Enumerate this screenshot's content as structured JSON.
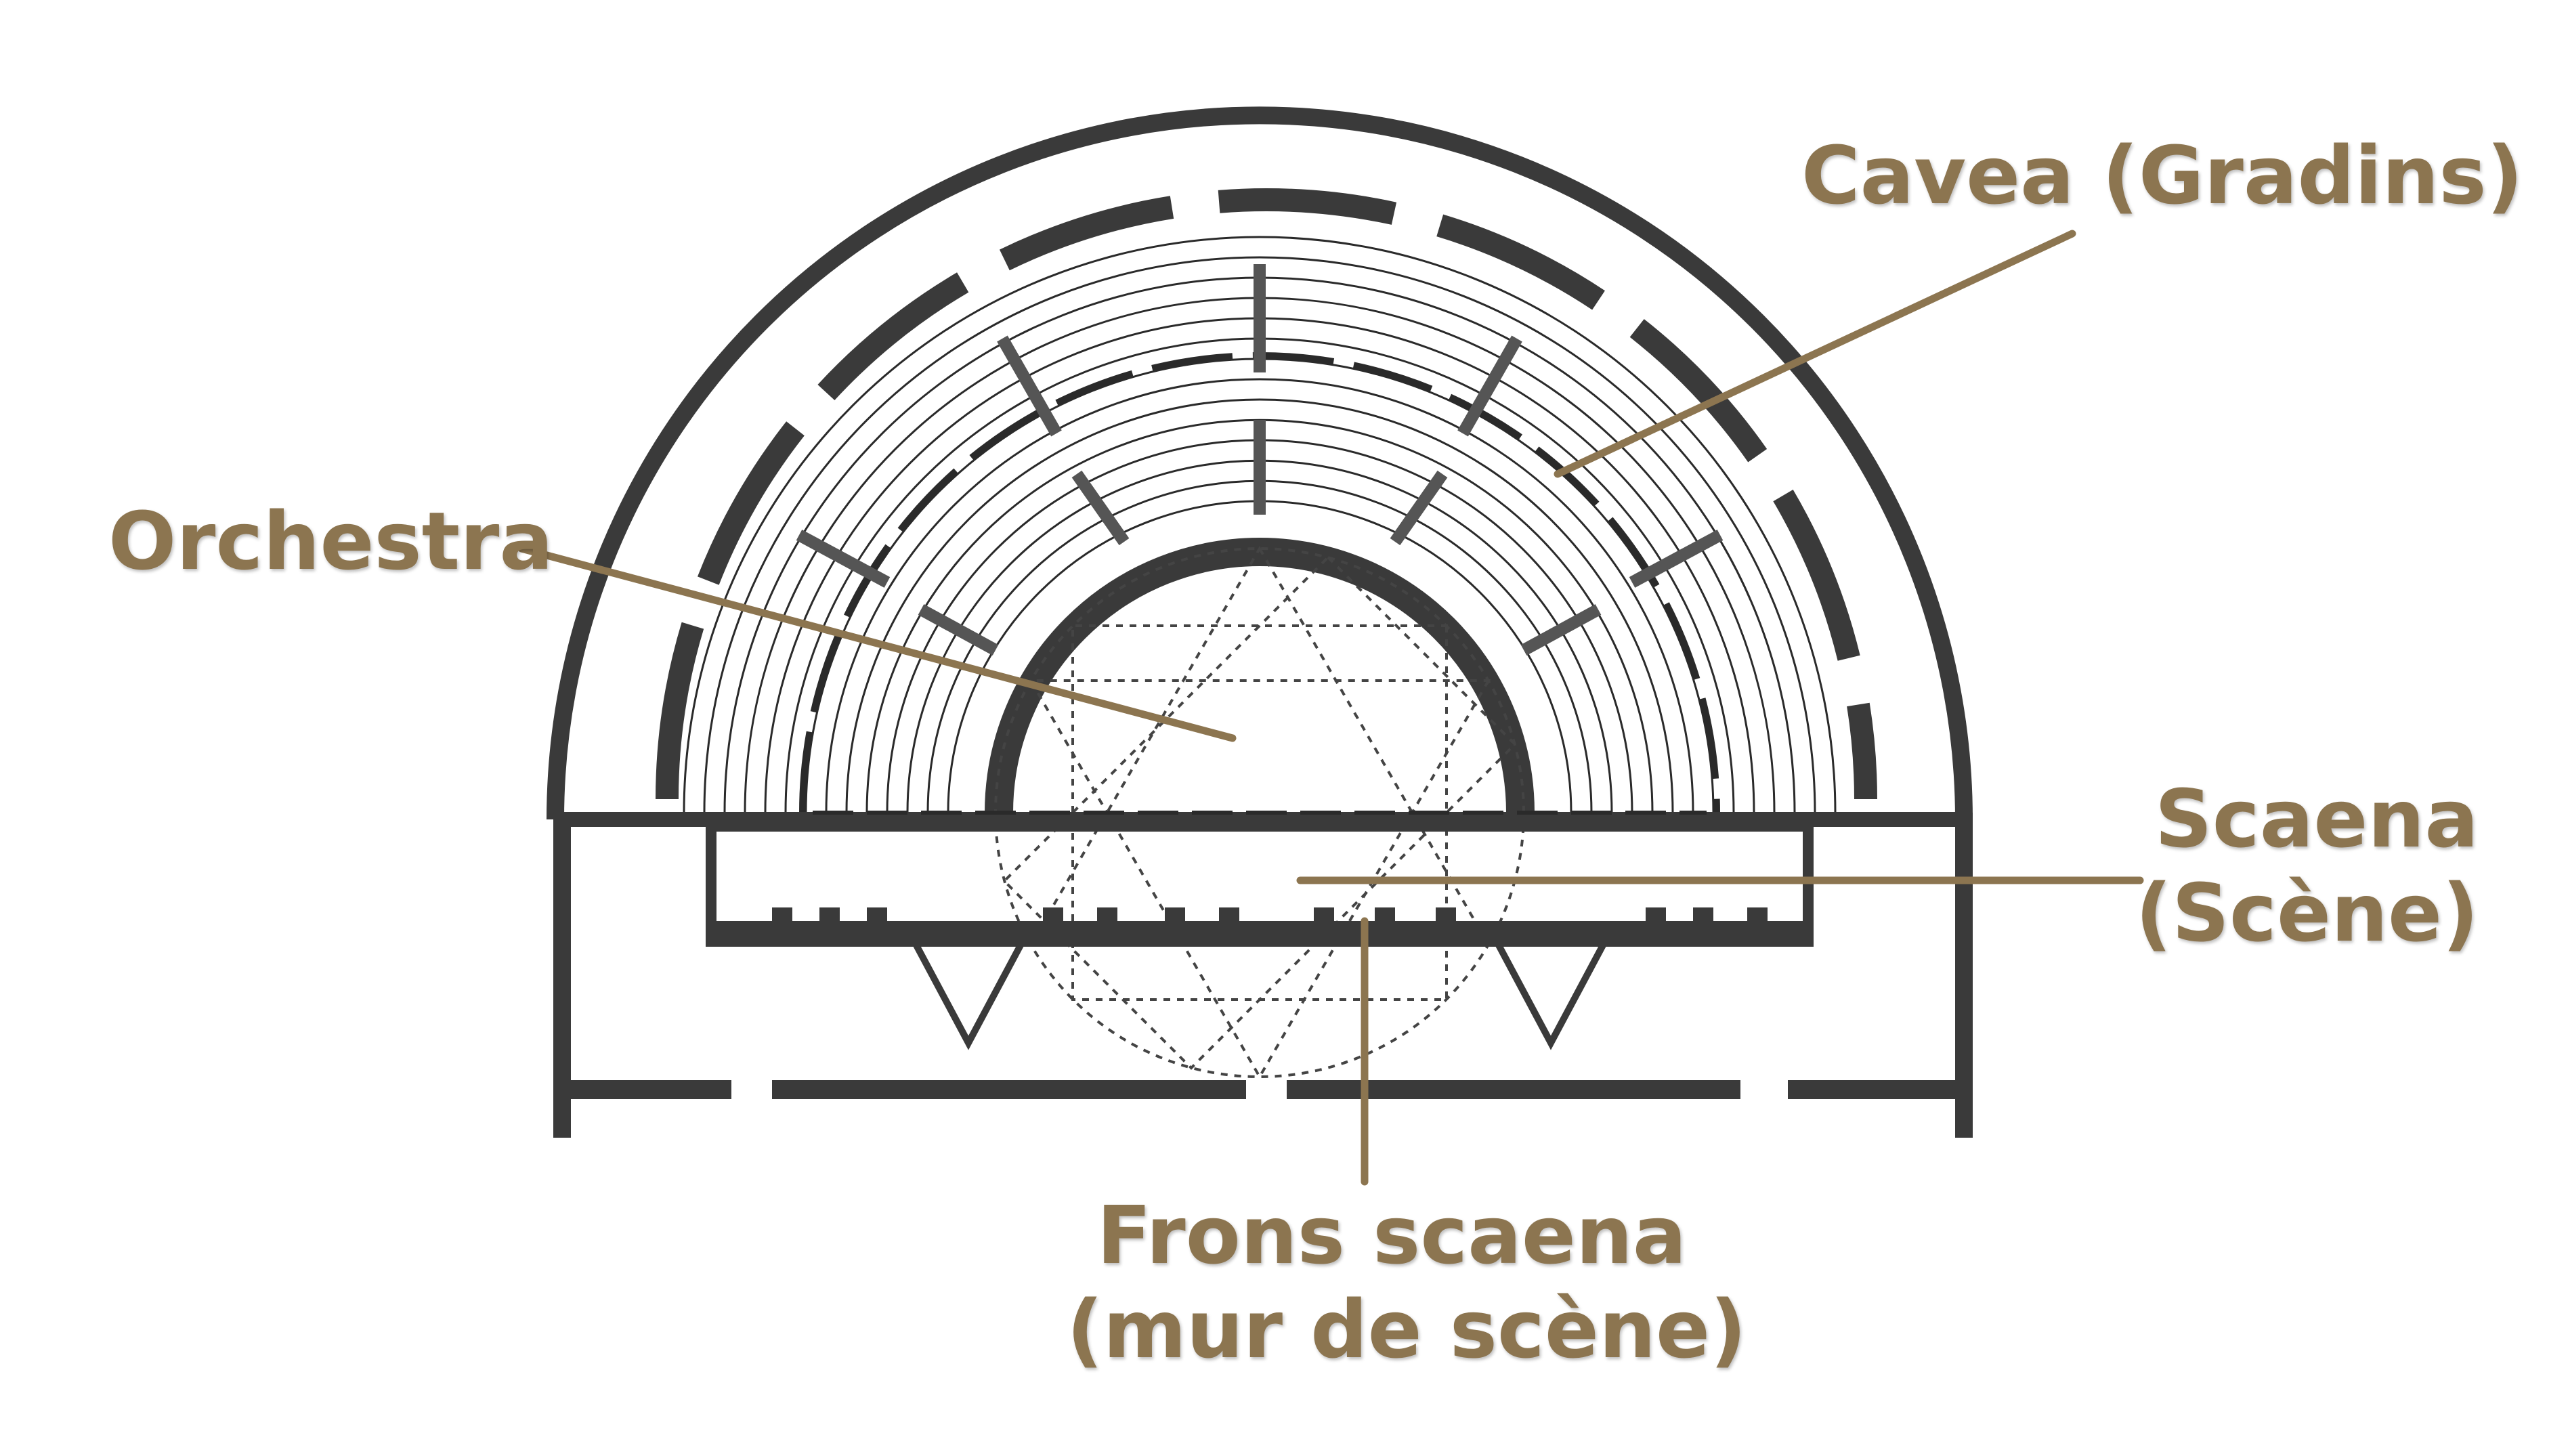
{
  "labels": {
    "cavea": "Cavea (Gradins)",
    "orchestra": "Orchestra",
    "scaena_line1": "Scaena",
    "scaena_line2": "(Scène)",
    "frons_line1": "Frons scaena",
    "frons_line2": "(mur de scène)"
  },
  "colors": {
    "label": "#8c7550",
    "wall": "#3a3a3a",
    "line": "#2a2a2a"
  }
}
